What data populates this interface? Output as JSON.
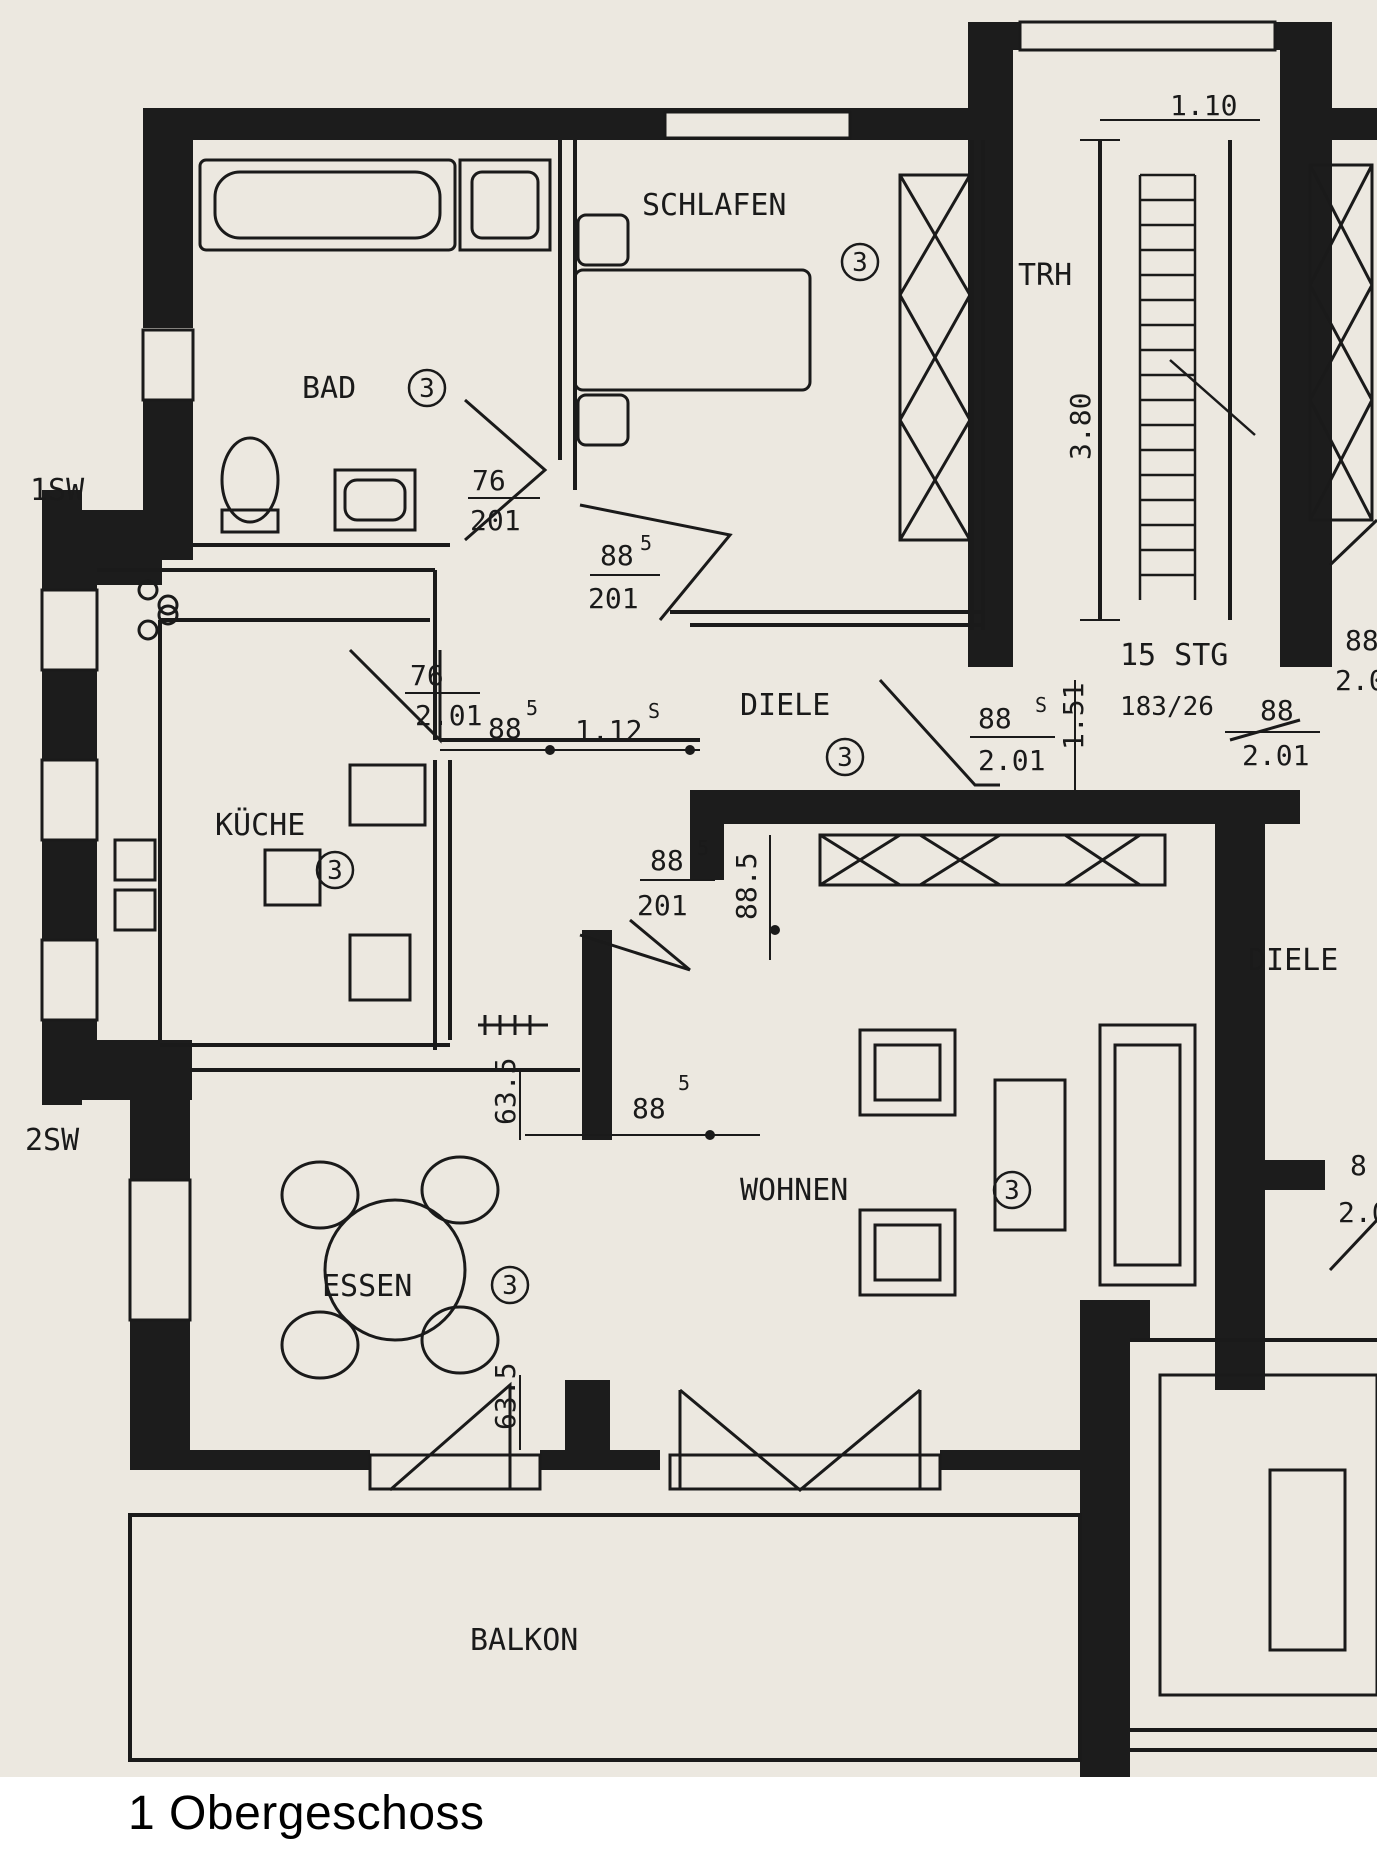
{
  "caption": "1 Obergeschoss",
  "colors": {
    "wall": "#1c1c1c",
    "paper": "#ece8e0",
    "ink": "#1a1a1a"
  },
  "rooms": {
    "bad": "BAD",
    "schlafen": "SCHLAFEN",
    "kueche": "KÜCHE",
    "diele": "DIELE",
    "diele_right": "DIELE",
    "wohnen": "WOHNEN",
    "essen": "ESSEN",
    "balkon": "BALKON",
    "trh": "TRH"
  },
  "room_marker": "3",
  "stairs": {
    "label": "15 STG",
    "dims": "183/26"
  },
  "shafts": {
    "sw1": "1SW",
    "sw2": "2SW"
  },
  "dims": {
    "w110": "1.10",
    "h380": "3.80",
    "h151": "1.51",
    "bad_door_w": "76",
    "bad_door_h": "201",
    "schl_door_w": "88",
    "schl_door_s": "5",
    "schl_door_h": "201",
    "kue_door_w": "76",
    "kue_door_h": "2.01",
    "d88": "88",
    "d88s": "5",
    "d112": "1.12",
    "d112s": "S",
    "diele_door_w": "88",
    "diele_door_s": "S",
    "diele_door_h": "2.01",
    "stair_door_w": "88",
    "stair_door_h": "2.01",
    "wohn_door_w": "88",
    "wohn_door_s": "5",
    "wohn_door_h": "201",
    "v885": "88.5",
    "v63a": "63.5",
    "v63b": "63.5",
    "h885": "88",
    "h885s": "5",
    "edge_top": "88",
    "edge_top2": "2.0",
    "edge_mid": "8",
    "edge_mid2": "2.0"
  }
}
